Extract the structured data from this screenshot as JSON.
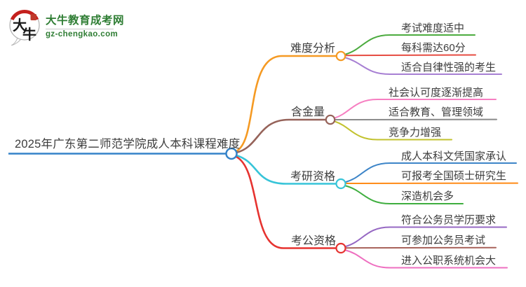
{
  "logo": {
    "title": "大牛教育成考网",
    "url": "gz-chengkao.com",
    "badge_chars": {
      "first": "大",
      "second": "牛"
    },
    "brand_green": "#2e7d33",
    "badge_red": "#c4201d"
  },
  "mindmap": {
    "root": {
      "label": "2025年广东第二师范学院成人本科课程难度",
      "color": "#3583c9"
    },
    "branches": [
      {
        "label": "难度分析",
        "color": "#f59a23",
        "children": [
          {
            "label": "考试难度适中",
            "color": "#4cab3f"
          },
          {
            "label": "每科需达60分",
            "color": "#e64c42"
          },
          {
            "label": "适合自律性强的考生",
            "color": "#a77fd3"
          }
        ]
      },
      {
        "label": "含金量",
        "color": "#96635a",
        "children": [
          {
            "label": "社会认可度逐渐提高",
            "color": "#f67fc1"
          },
          {
            "label": "适合教育、管理领域",
            "color": "#8a8a8a"
          },
          {
            "label": "竞争力增强",
            "color": "#c2c22e"
          }
        ]
      },
      {
        "label": "考研资格",
        "color": "#37c4d8",
        "children": [
          {
            "label": "成人本科文凭国家承认",
            "color": "#3d85c8"
          },
          {
            "label": "可报考全国硕士研究生",
            "color": "#ff8b17"
          },
          {
            "label": "深造机会多",
            "color": "#3fae3f"
          }
        ]
      },
      {
        "label": "考公资格",
        "color": "#e63330",
        "children": [
          {
            "label": "符合公务员学历要求",
            "color": "#9668c3"
          },
          {
            "label": "可参加公务员考试",
            "color": "#a8625a"
          },
          {
            "label": "进入公职系统机会大",
            "color": "#ee6fc0"
          }
        ]
      }
    ]
  }
}
